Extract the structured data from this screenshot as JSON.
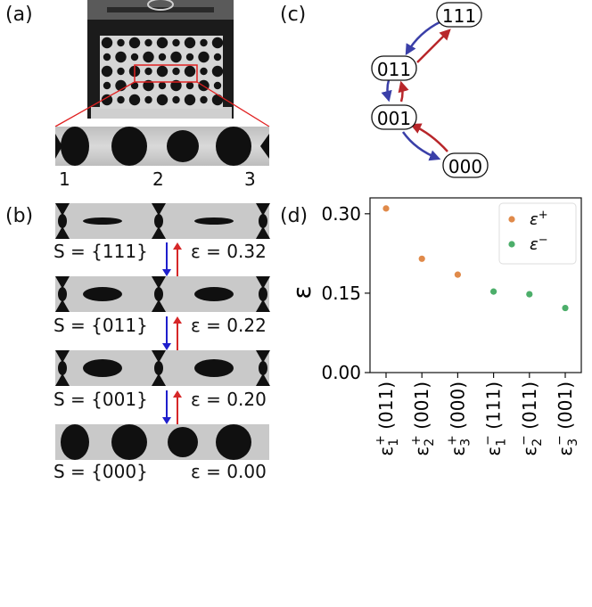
{
  "panels": {
    "a": {
      "label": "(a)",
      "positions": [
        "1",
        "2",
        "3"
      ]
    },
    "b": {
      "label": "(b)",
      "rows": [
        {
          "state": "S = {111}",
          "strain": "ε = 0.32"
        },
        {
          "state": "S = {011}",
          "strain": "ε = 0.22"
        },
        {
          "state": "S = {001}",
          "strain": "ε = 0.20"
        },
        {
          "state": "S = {000}",
          "strain": "ε = 0.00"
        }
      ]
    },
    "c": {
      "label": "(c)",
      "nodes": [
        "111",
        "011",
        "001",
        "000"
      ]
    },
    "d": {
      "label": "(d)"
    }
  },
  "colors": {
    "up_arrow": "#d62728",
    "down_arrow": "#1f1fcc",
    "graph_up": "#b8262a",
    "graph_down": "#3a3fa8",
    "eps_plus": "#e08a4a",
    "eps_minus": "#4cae6a"
  },
  "chart_data": {
    "type": "scatter",
    "ylabel": "ε",
    "ylim": [
      0.0,
      0.33
    ],
    "yticks": [
      "0.00",
      "0.15",
      "0.30"
    ],
    "categories": [
      "ε1+ (011)",
      "ε2+ (001)",
      "ε3+ (000)",
      "ε1− (111)",
      "ε2− (011)",
      "ε3− (001)"
    ],
    "tick_labels": [
      {
        "sym": "ε",
        "sup": "+",
        "sub": "1",
        "tail": " (011)"
      },
      {
        "sym": "ε",
        "sup": "+",
        "sub": "2",
        "tail": " (001)"
      },
      {
        "sym": "ε",
        "sup": "+",
        "sub": "3",
        "tail": " (000)"
      },
      {
        "sym": "ε",
        "sup": "−",
        "sub": "1",
        "tail": " (111)"
      },
      {
        "sym": "ε",
        "sup": "−",
        "sub": "2",
        "tail": " (011)"
      },
      {
        "sym": "ε",
        "sup": "−",
        "sub": "3",
        "tail": " (001)"
      }
    ],
    "series": [
      {
        "name": "ε+",
        "legend_sup": "+",
        "color": "#e08a4a",
        "x": [
          0,
          1,
          2
        ],
        "values": [
          0.31,
          0.215,
          0.185
        ]
      },
      {
        "name": "ε−",
        "legend_sup": "−",
        "color": "#4cae6a",
        "x": [
          3,
          4,
          5
        ],
        "values": [
          0.153,
          0.148,
          0.122
        ]
      }
    ],
    "legend": "top-right",
    "grid": false
  }
}
